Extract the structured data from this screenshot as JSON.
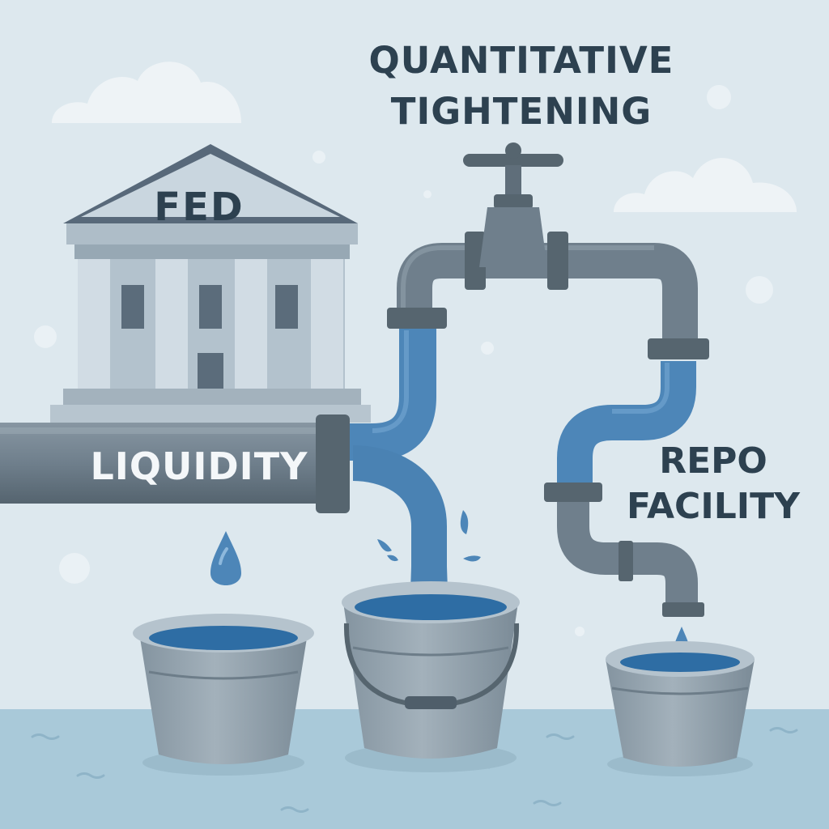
{
  "labels": {
    "quantitative_tightening": [
      "QUANTITATIVE",
      "TIGHTENING"
    ],
    "fed": "FED",
    "liquidity": "LIQUIDITY",
    "repo_facility": [
      "REPO",
      "FACILITY"
    ]
  },
  "colors": {
    "sky": "#dde8ee",
    "ground_water": "#a9c9d9",
    "pipe_gray": "#6f7f8c",
    "pipe_dark": "#4f5e6a",
    "water_blue": "#4d86b8",
    "building": "#b9c8d3",
    "text_dark": "#2d4150"
  },
  "icons": [
    "bank-building-icon",
    "water-valve-icon",
    "water-drop-icon",
    "bucket-icon",
    "cloud-icon"
  ]
}
